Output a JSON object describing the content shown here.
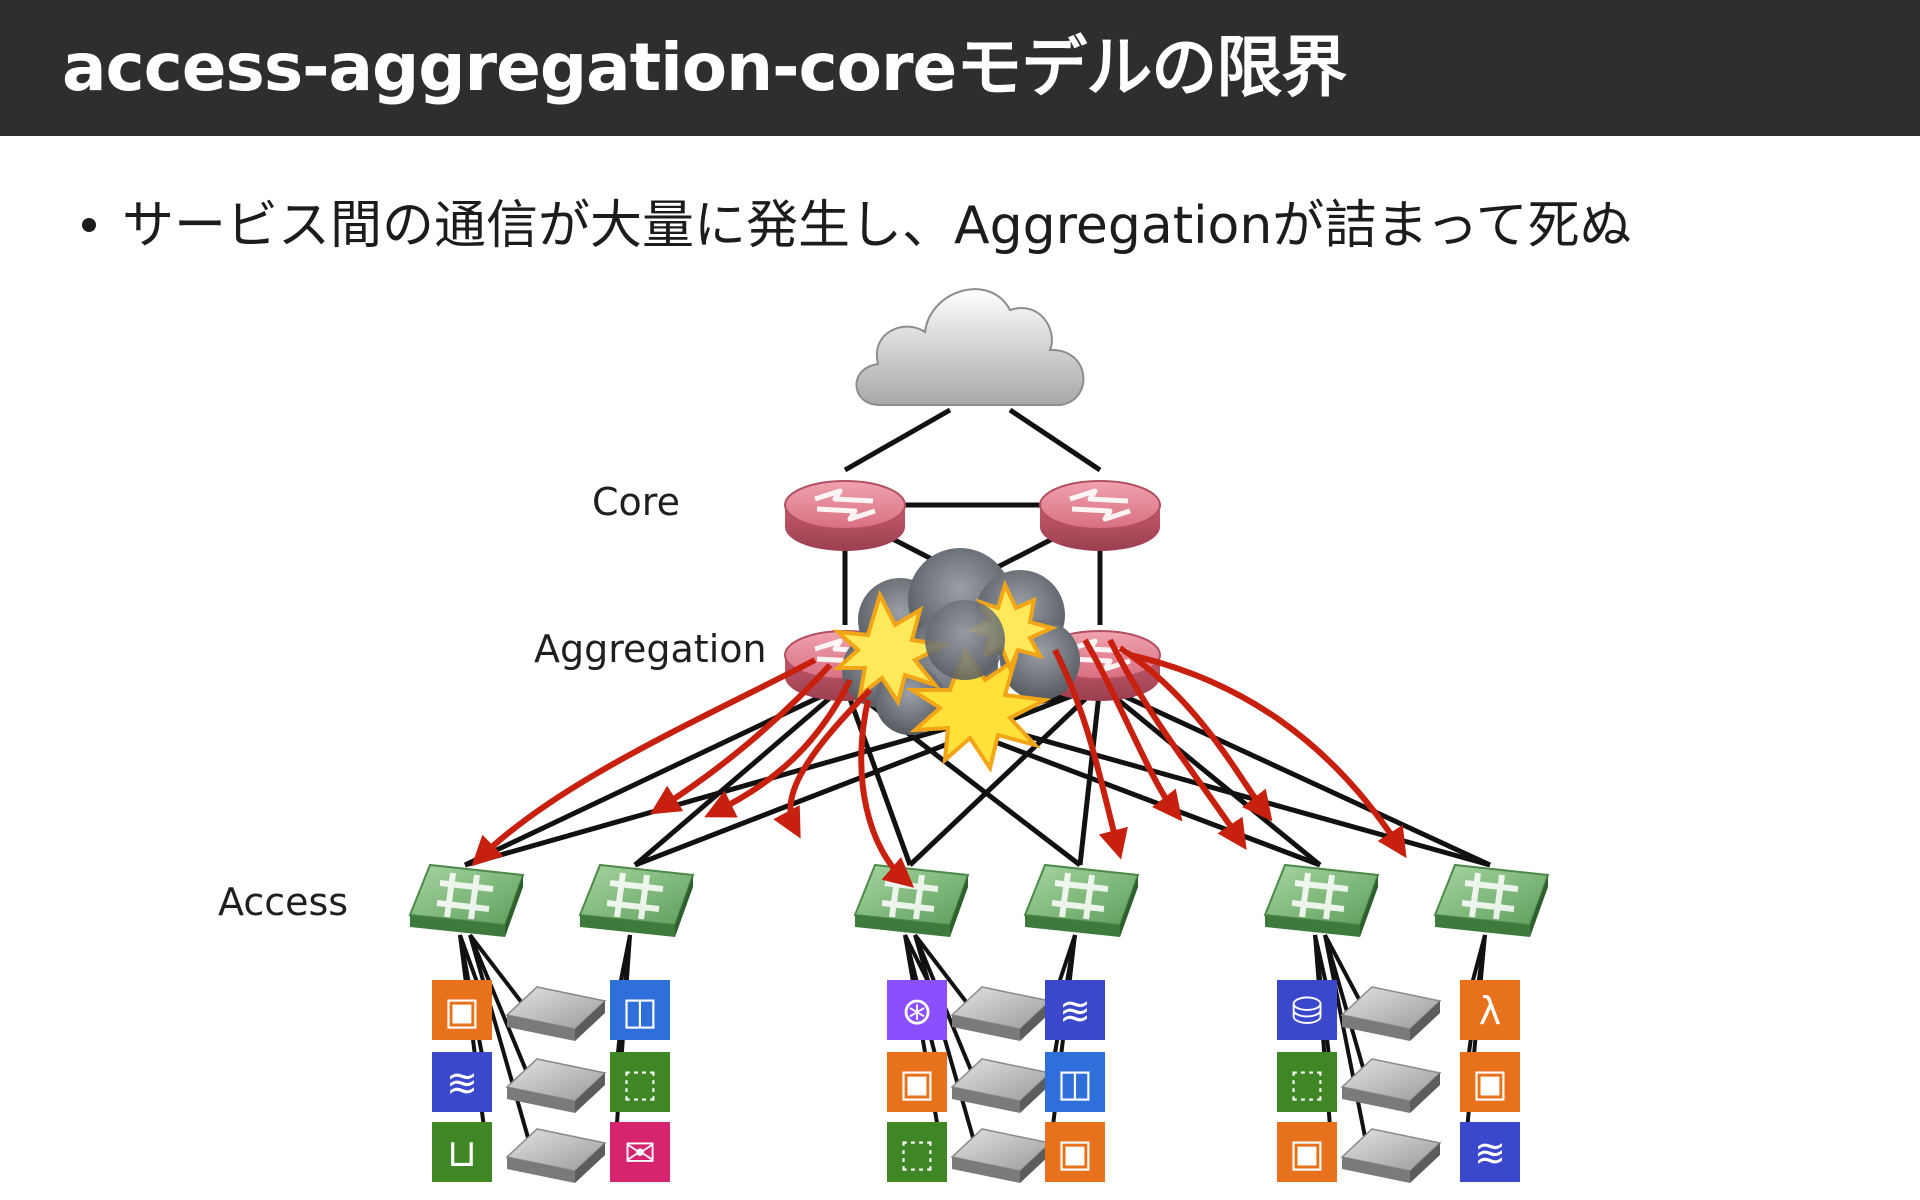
{
  "slide": {
    "title": "access-aggregation-coreモデルの限界",
    "bullet": "サービス間の通信が大量に発生し、Aggregationが詰まって死ぬ"
  },
  "diagram": {
    "labels": {
      "core": "Core",
      "aggregation": "Aggregation",
      "access": "Access"
    },
    "colors": {
      "header_bg": "#2e2e2e",
      "router": "#d97385",
      "switch": "#6fa76f",
      "traffic_arrow": "#c8200e",
      "link": "#111111"
    },
    "icons": [
      [
        "ec2-icon",
        "rds-icon",
        "s3-bucket-icon",
        "ebs-icon",
        "efs-icon",
        "sns-icon"
      ],
      [
        "vpc-lattice-icon",
        "ec2-icon",
        "efs-icon",
        "rds-icon",
        "ebs-icon",
        "ec2-icon"
      ],
      [
        "dynamodb-icon",
        "efs-icon",
        "ec2-icon",
        "lambda-icon",
        "ec2-icon",
        "rds-icon"
      ]
    ]
  }
}
